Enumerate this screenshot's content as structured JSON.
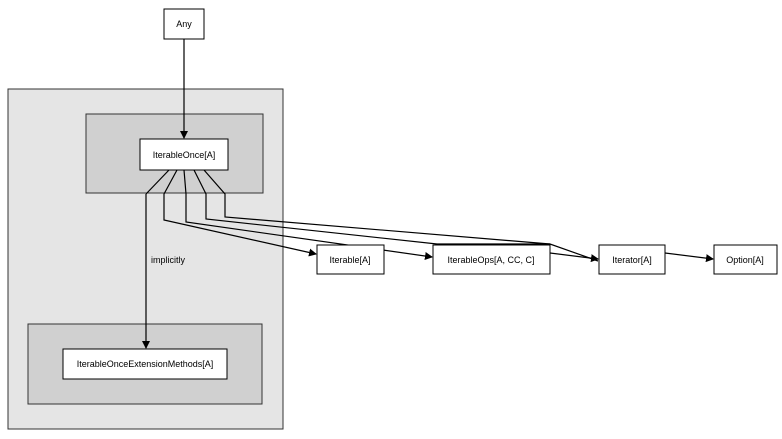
{
  "diagram": {
    "nodes": {
      "any": "Any",
      "iterable_once": "IterableOnce[A]",
      "extension_methods": "IterableOnceExtensionMethods[A]",
      "iterable": "Iterable[A]",
      "iterable_ops": "IterableOps[A, CC, C]",
      "iterator": "Iterator[A]",
      "option": "Option[A]"
    },
    "edge_labels": {
      "implicitly": "implicitly"
    }
  }
}
